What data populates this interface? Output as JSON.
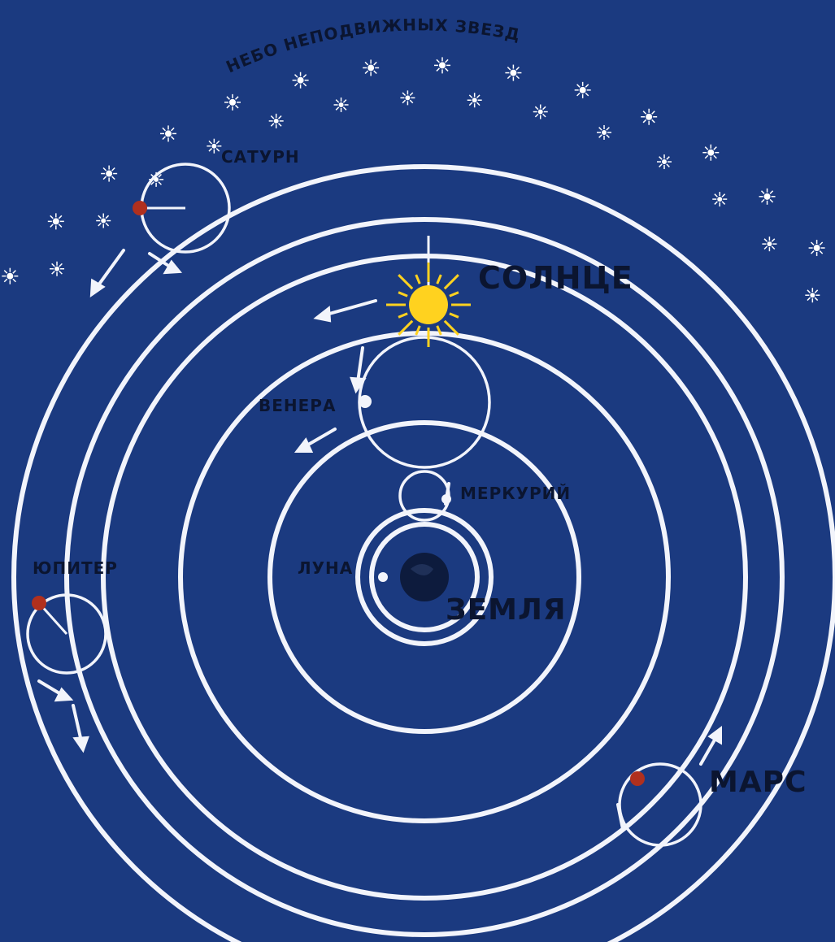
{
  "colors": {
    "background": "#1b3a80",
    "orbit": "#f2f4fb",
    "sun": "#ffd21f",
    "earth": "#0d1b3d",
    "planet_marker": "#b0301e",
    "label": "#0b1530",
    "star": "#ffffff"
  },
  "labels": {
    "fixed_stars": "НЕБО НЕПОДВИЖНЫХ ЗВЕЗД",
    "saturn": "САТУРН",
    "sun": "СОЛНЦЕ",
    "venus": "ВЕНЕРА",
    "mercury": "МЕРКУРИЙ",
    "moon": "ЛУНА",
    "earth": "ЗЕМЛЯ",
    "jupiter": "ЮПИТЕР",
    "mars": "МАРС"
  }
}
